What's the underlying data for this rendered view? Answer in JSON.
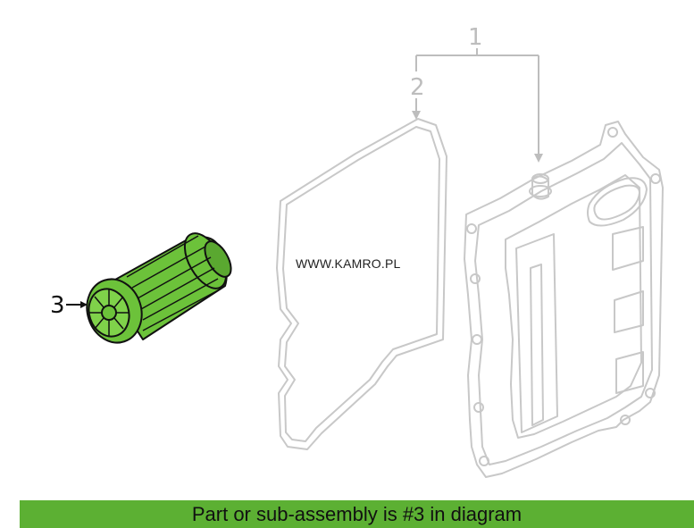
{
  "callouts": {
    "part_1": "1",
    "part_2": "2",
    "part_3": "3"
  },
  "watermark": "WWW.KAMRO.PL",
  "caption": "Part or sub-assembly is #3 in diagram",
  "colors": {
    "highlight": "#5cb033",
    "line_art": "#c8c8c8",
    "filter_fill": "#6cc23a"
  }
}
